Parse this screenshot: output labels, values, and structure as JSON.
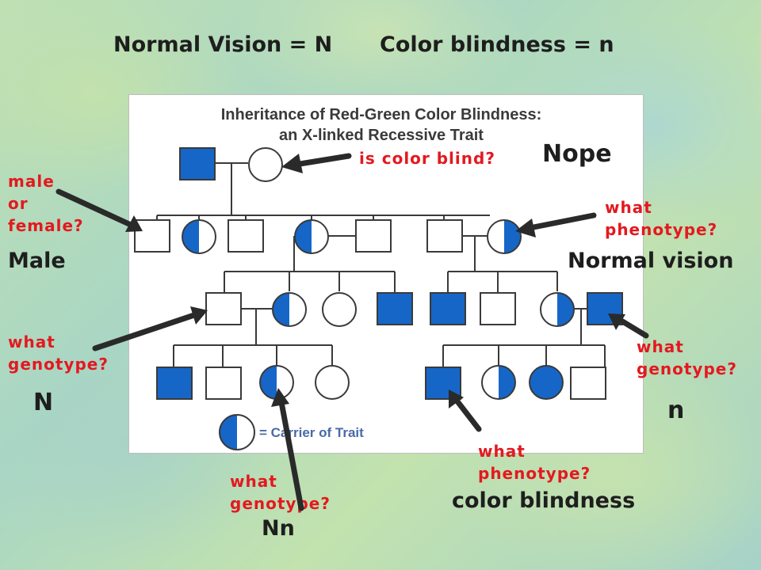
{
  "header": {
    "line1": "Normal Vision = N",
    "line2": "Color blindness = n"
  },
  "figure": {
    "title": "Inheritance of Red-Green Color Blindness: an X-linked Recessive Trait",
    "legend": "= Carrier of Trait"
  },
  "questions": {
    "is_color_blind": "is color blind?",
    "male_or_female": [
      "male",
      "or",
      "female?"
    ],
    "phenotype_top": [
      "what",
      "phenotype?"
    ],
    "genotype_left": [
      "what",
      "genotype?"
    ],
    "genotype_right": [
      "what",
      "genotype?"
    ],
    "phenotype_bottom": [
      "what",
      "phenotype?"
    ],
    "genotype_bottom": [
      "what",
      "genotype?"
    ]
  },
  "answers": {
    "is_color_blind": "Nope",
    "male_or_female": "Male",
    "phenotype_top": "Normal vision",
    "genotype_left": "N",
    "genotype_right": "n",
    "phenotype_bottom": "color blindness",
    "genotype_bottom": "Nn"
  },
  "colors": {
    "affected": "#1666c8",
    "question": "#e3191f",
    "text": "#1e1e1e",
    "arrow": "#2a2a2a"
  }
}
